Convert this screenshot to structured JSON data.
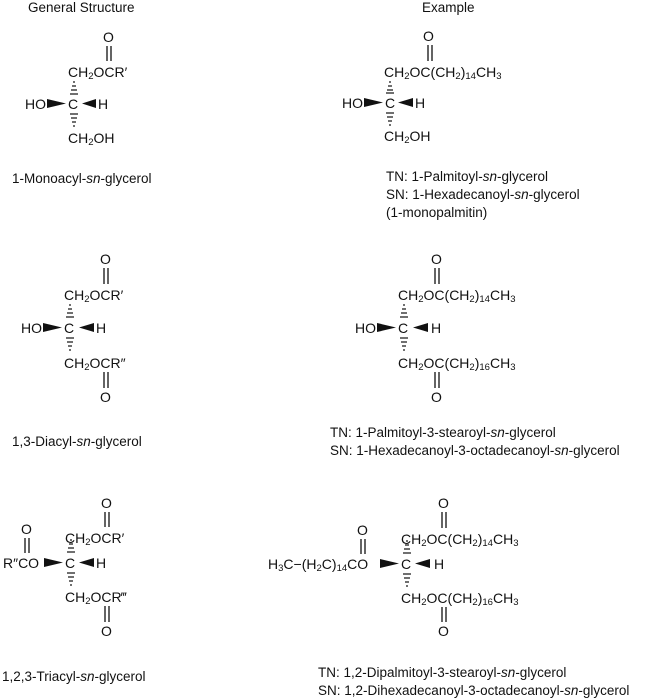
{
  "headers": {
    "left": "General Structure",
    "right": "Example"
  },
  "rows": [
    {
      "general": {
        "top_carbonyl_O": "O",
        "top_group": [
          "CH",
          "2",
          "OCR′"
        ],
        "left": "HO",
        "center": "C",
        "right": "H",
        "bottom_group": [
          "CH",
          "2",
          "OH"
        ],
        "name_parts": [
          "1-Monoacyl-",
          "sn",
          "-glycerol"
        ]
      },
      "example": {
        "top_carbonyl_O": "O",
        "top_group": [
          "CH",
          "2",
          "OC(CH",
          "2",
          ")",
          "14",
          "CH",
          "3"
        ],
        "left": "HO",
        "center": "C",
        "right": "H",
        "bottom_group": [
          "CH",
          "2",
          "OH"
        ],
        "tn_parts": [
          "TN: 1-Palmitoyl-",
          "sn",
          "-glycerol"
        ],
        "sn_parts": [
          "SN: 1-Hexadecanoyl-",
          "sn",
          "-glycerol"
        ],
        "note": "(1-monopalmitin)"
      }
    },
    {
      "general": {
        "top_carbonyl_O": "O",
        "top_group": [
          "CH",
          "2",
          "OCR′"
        ],
        "left": "HO",
        "center": "C",
        "right": "H",
        "bottom_group": [
          "CH",
          "2",
          "OCR″"
        ],
        "bottom_carbonyl_O": "O",
        "name_parts": [
          "1,3-Diacyl-",
          "sn",
          "-glycerol"
        ]
      },
      "example": {
        "top_carbonyl_O": "O",
        "top_group": [
          "CH",
          "2",
          "OC(CH",
          "2",
          ")",
          "14",
          "CH",
          "3"
        ],
        "left": "HO",
        "center": "C",
        "right": "H",
        "bottom_group": [
          "CH",
          "2",
          "OC(CH",
          "2",
          ")",
          "16",
          "CH",
          "3"
        ],
        "bottom_carbonyl_O": "O",
        "tn_parts": [
          "TN: 1-Palmitoyl-3-stearoyl-",
          "sn",
          "-glycerol"
        ],
        "sn_parts": [
          "SN: 1-Hexadecanoyl-3-octadecanoyl-",
          "sn",
          "-glycerol"
        ]
      }
    },
    {
      "general": {
        "top_carbonyl_O": "O",
        "top_group": [
          "CH",
          "2",
          "OCR′"
        ],
        "left_carbonyl_O": "O",
        "left": "R″CO",
        "center": "C",
        "right": "H",
        "bottom_group": [
          "CH",
          "2",
          "OCR‴"
        ],
        "bottom_carbonyl_O": "O",
        "name_parts": [
          "1,2,3-Triacyl-",
          "sn",
          "-glycerol"
        ]
      },
      "example": {
        "top_carbonyl_O": "O",
        "top_group": [
          "CH",
          "2",
          "OC(CH",
          "2",
          ")",
          "14",
          "CH",
          "3"
        ],
        "left_carbonyl_O": "O",
        "left": [
          "H",
          "3",
          "C−(H",
          "2",
          "C)",
          "14",
          "CO"
        ],
        "center": "C",
        "right": "H",
        "bottom_group": [
          "CH",
          "2",
          "OC(CH",
          "2",
          ")",
          "16",
          "CH",
          "3"
        ],
        "bottom_carbonyl_O": "O",
        "tn_parts": [
          "TN: 1,2-Dipalmitoyl-3-stearoyl-",
          "sn",
          "-glycerol"
        ],
        "sn_parts": [
          "SN: 1,2-Dihexadecanoyl-3-octadecanoyl-",
          "sn",
          "-glycerol"
        ]
      }
    }
  ]
}
